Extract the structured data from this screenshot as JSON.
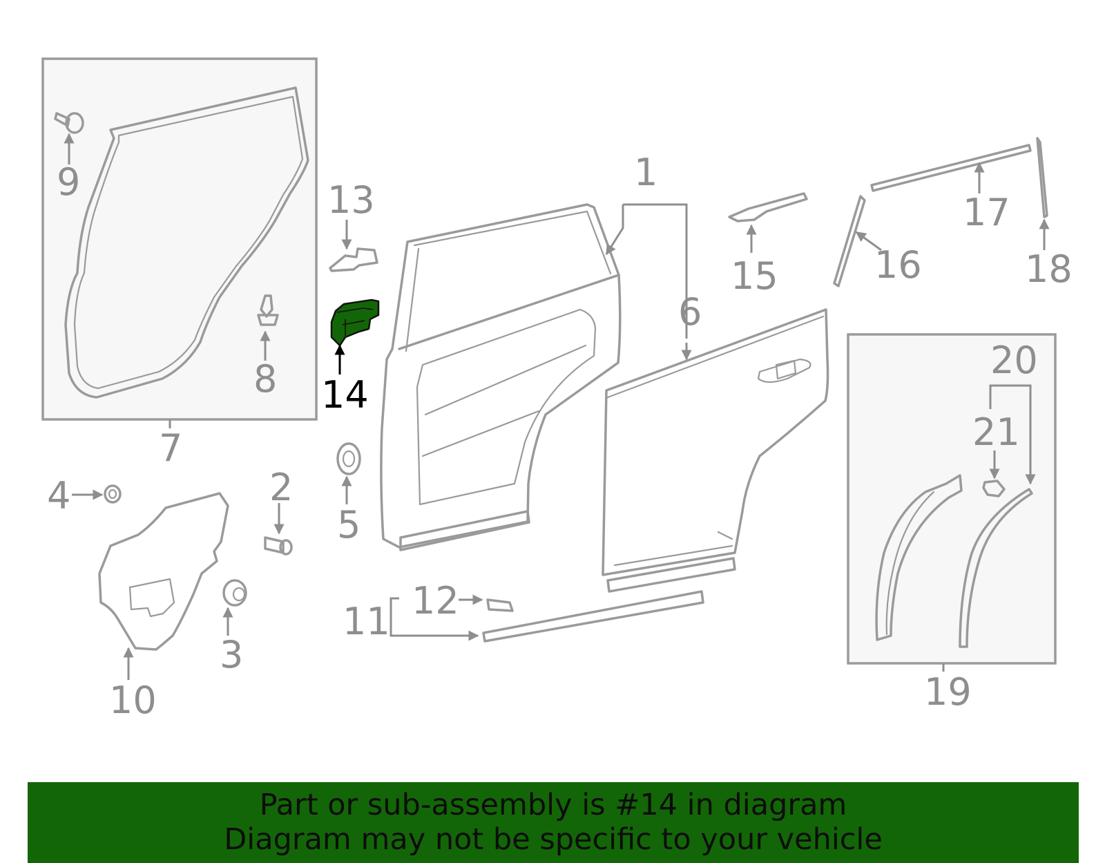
{
  "diagram": {
    "labels": {
      "p1": "1",
      "p2": "2",
      "p3": "3",
      "p4": "4",
      "p5": "5",
      "p6": "6",
      "p7": "7",
      "p8": "8",
      "p9": "9",
      "p10": "10",
      "p11": "11",
      "p12": "12",
      "p13": "13",
      "p14": "14",
      "p15": "15",
      "p16": "16",
      "p17": "17",
      "p18": "18",
      "p19": "19",
      "p20": "20",
      "p21": "21"
    },
    "highlighted_part": "14",
    "colors": {
      "line": "#9a9a9a",
      "highlight_fill": "#136607",
      "highlight_text": "#000000",
      "box_fill": "#f7f7f7"
    }
  },
  "banner": {
    "line1": "Part or sub-assembly is #14 in diagram",
    "line2": "Diagram may not be specific to your vehicle",
    "background": "#136607"
  }
}
